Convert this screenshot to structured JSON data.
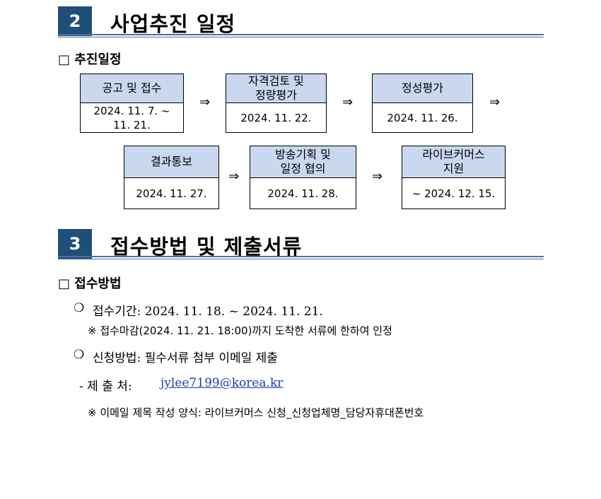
{
  "section2": {
    "number": "2",
    "title": "사업추진 일정",
    "subhead": "□ 추진일정",
    "steps": [
      {
        "title": "공고 및 접수",
        "date": "2024. 11. 7. ~\n11. 21."
      },
      {
        "title": "자격검토 및\n정량평가",
        "date": "2024. 11. 22."
      },
      {
        "title": "정성평가",
        "date": "2024. 11. 26."
      },
      {
        "title": "결과통보",
        "date": "2024. 11. 27."
      },
      {
        "title": "방송기획 및\n일정 협의",
        "date": "2024. 11. 28."
      },
      {
        "title": "라이브커머스\n지원",
        "date": "~ 2024. 12. 15."
      }
    ],
    "arrow": "⇒"
  },
  "section3": {
    "number": "3",
    "title": "접수방법 및 제출서류",
    "subhead": "□ 접수방법",
    "bullet": "❍",
    "period_label": "접수기간: 2024. 11. 18. ~ 2024. 11. 21.",
    "period_note": "※ 접수마감(2024. 11. 21. 18:00)까지 도착한 서류에 한하여 인정",
    "method_label": "신청방법: 필수서류 첨부 이메일 제출",
    "submit_prefix": "- 제 출 처:",
    "submit_email": "jylee7199@korea.kr",
    "subject_note": "※ 이메일 제목 작성 양식: 라이브커머스 신청_신청업체명_담당자휴대폰번호"
  }
}
